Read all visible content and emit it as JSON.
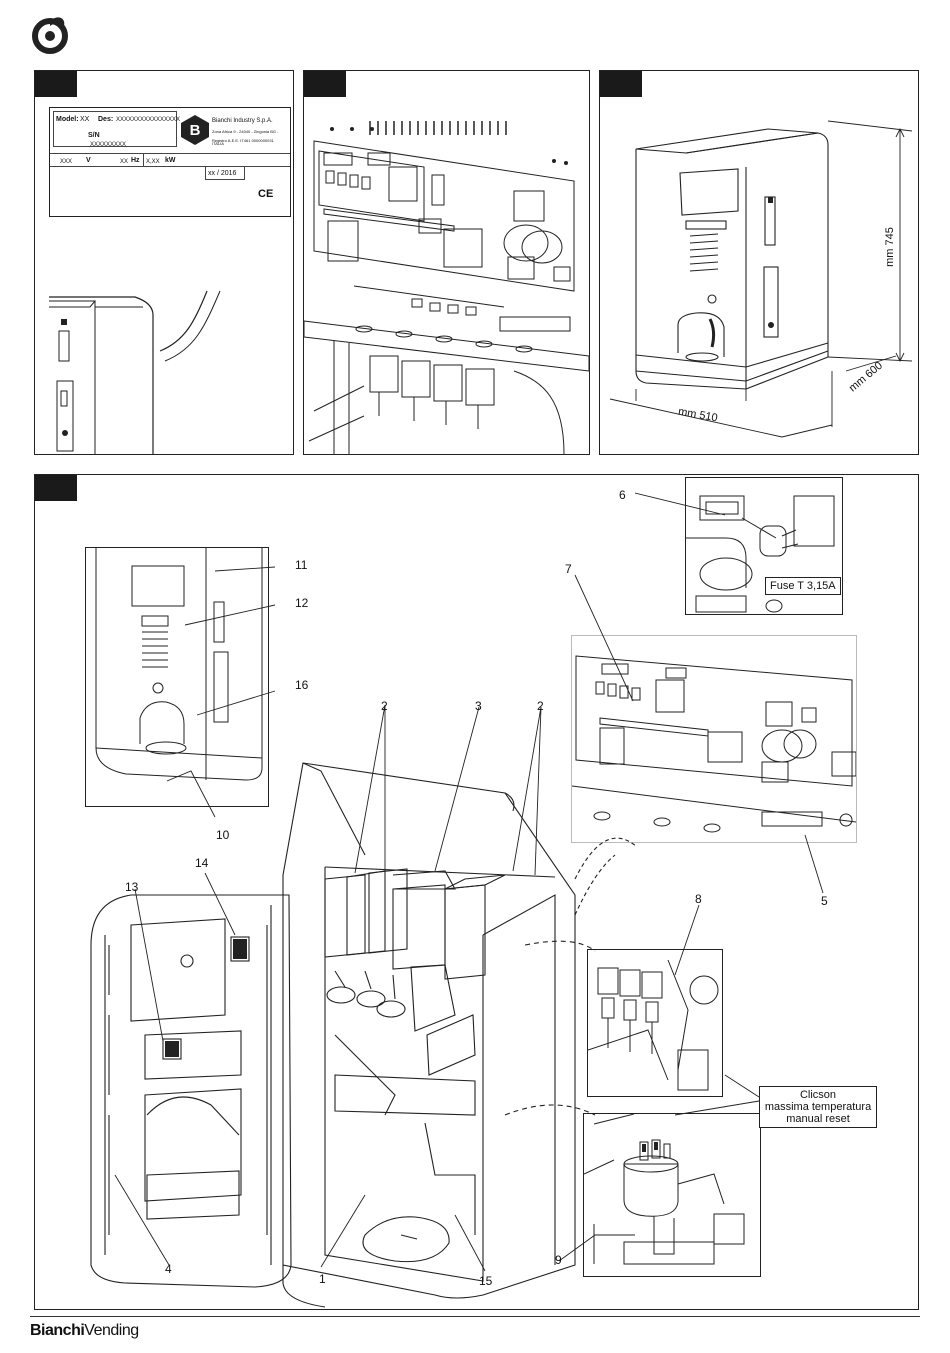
{
  "footer": {
    "brand": "BianchiVending",
    "brand_a": "Bianchi",
    "brand_b": "Vending"
  },
  "plate": {
    "model_label": "Model:",
    "model_value": "XX",
    "des_label": "Des:",
    "des_value": "XXXXXXXXXXXXXXXX",
    "sn_label": "S/N",
    "sn_value": "XXXXXXXXX",
    "company": "Bianchi Industry S.p.A.",
    "address": "Zona Africa 9 - 24040 - Zingonia BG - ITALIA",
    "registry": "Registro A.E.E. IT461 0000000031",
    "volt_value": "XXX",
    "volt_unit": "V",
    "hz_value": "XX",
    "hz_unit": "Hz",
    "kw_value": "X,XX",
    "kw_unit": "kW",
    "date_value": "xx / 2016",
    "ce": "CE"
  },
  "dimensions": {
    "height": "mm 745",
    "depth": "mm 600",
    "width": "mm 510"
  },
  "callouts": {
    "n1": "1",
    "n2a": "2",
    "n2b": "2",
    "n3": "3",
    "n4": "4",
    "n5": "5",
    "n6": "6",
    "n7": "7",
    "n8": "8",
    "n9": "9",
    "n10": "10",
    "n11": "11",
    "n12": "12",
    "n13": "13",
    "n14": "14",
    "n15": "15",
    "n16": "16"
  },
  "fuse_label": "Fuse T 3,15A",
  "clicson_label": {
    "line1": "Clicson",
    "line2": "massima temperatura",
    "line3": "manual reset"
  }
}
